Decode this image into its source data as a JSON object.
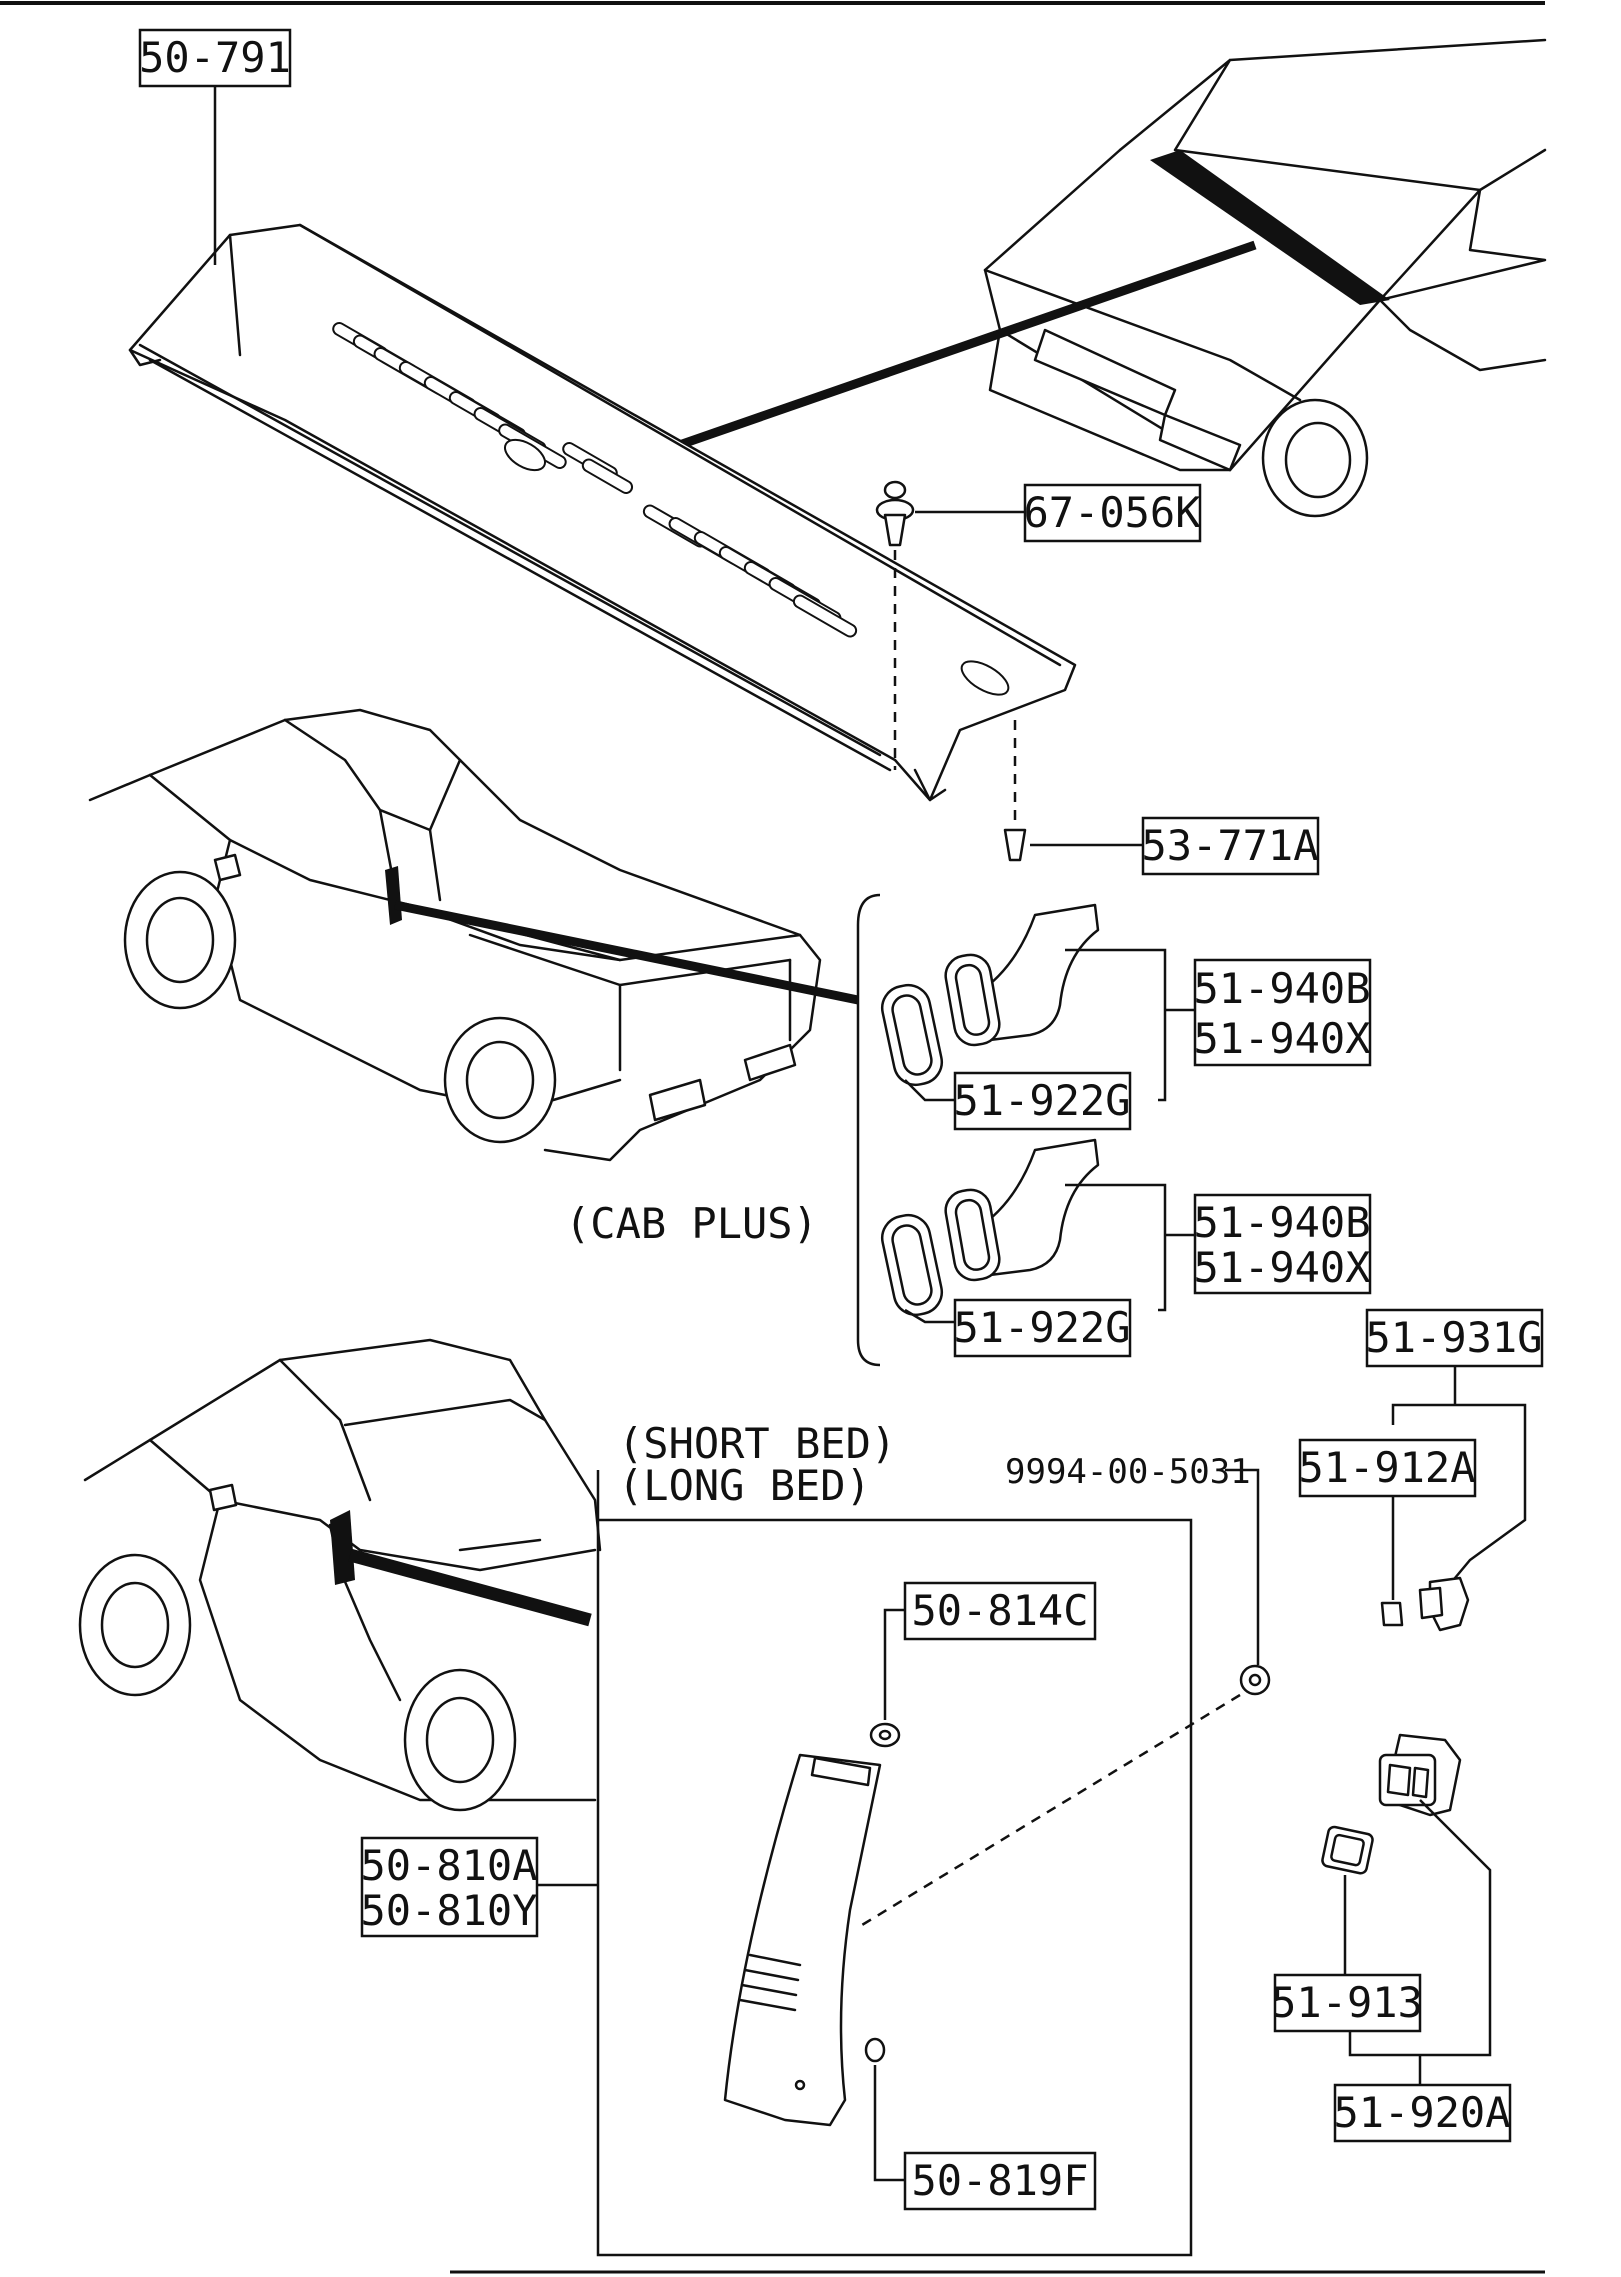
{
  "labels": {
    "cowl_grille": "50-791",
    "clip_top": "67-056K",
    "clip_bottom": "53-771A",
    "vent_duct_a1": "51-940B",
    "vent_duct_a2": "51-940X",
    "vent_seal_a": "51-922G",
    "vent_duct_b1": "51-940B",
    "vent_duct_b2": "51-940X",
    "vent_seal_b": "51-922G",
    "vent_assy": "51-931G",
    "vent_grille": "51-912A",
    "trim_clip": "50-814C",
    "nut": "9994-00-5031",
    "pillar_trim_1": "50-810A",
    "pillar_trim_2": "50-810Y",
    "trim_fastener": "50-819F",
    "vent_gasket": "51-913",
    "vent_set": "51-920A"
  },
  "notes": {
    "cab_plus": "(CAB PLUS)",
    "short_bed": "(SHORT BED)",
    "long_bed": "(LONG BED)"
  }
}
